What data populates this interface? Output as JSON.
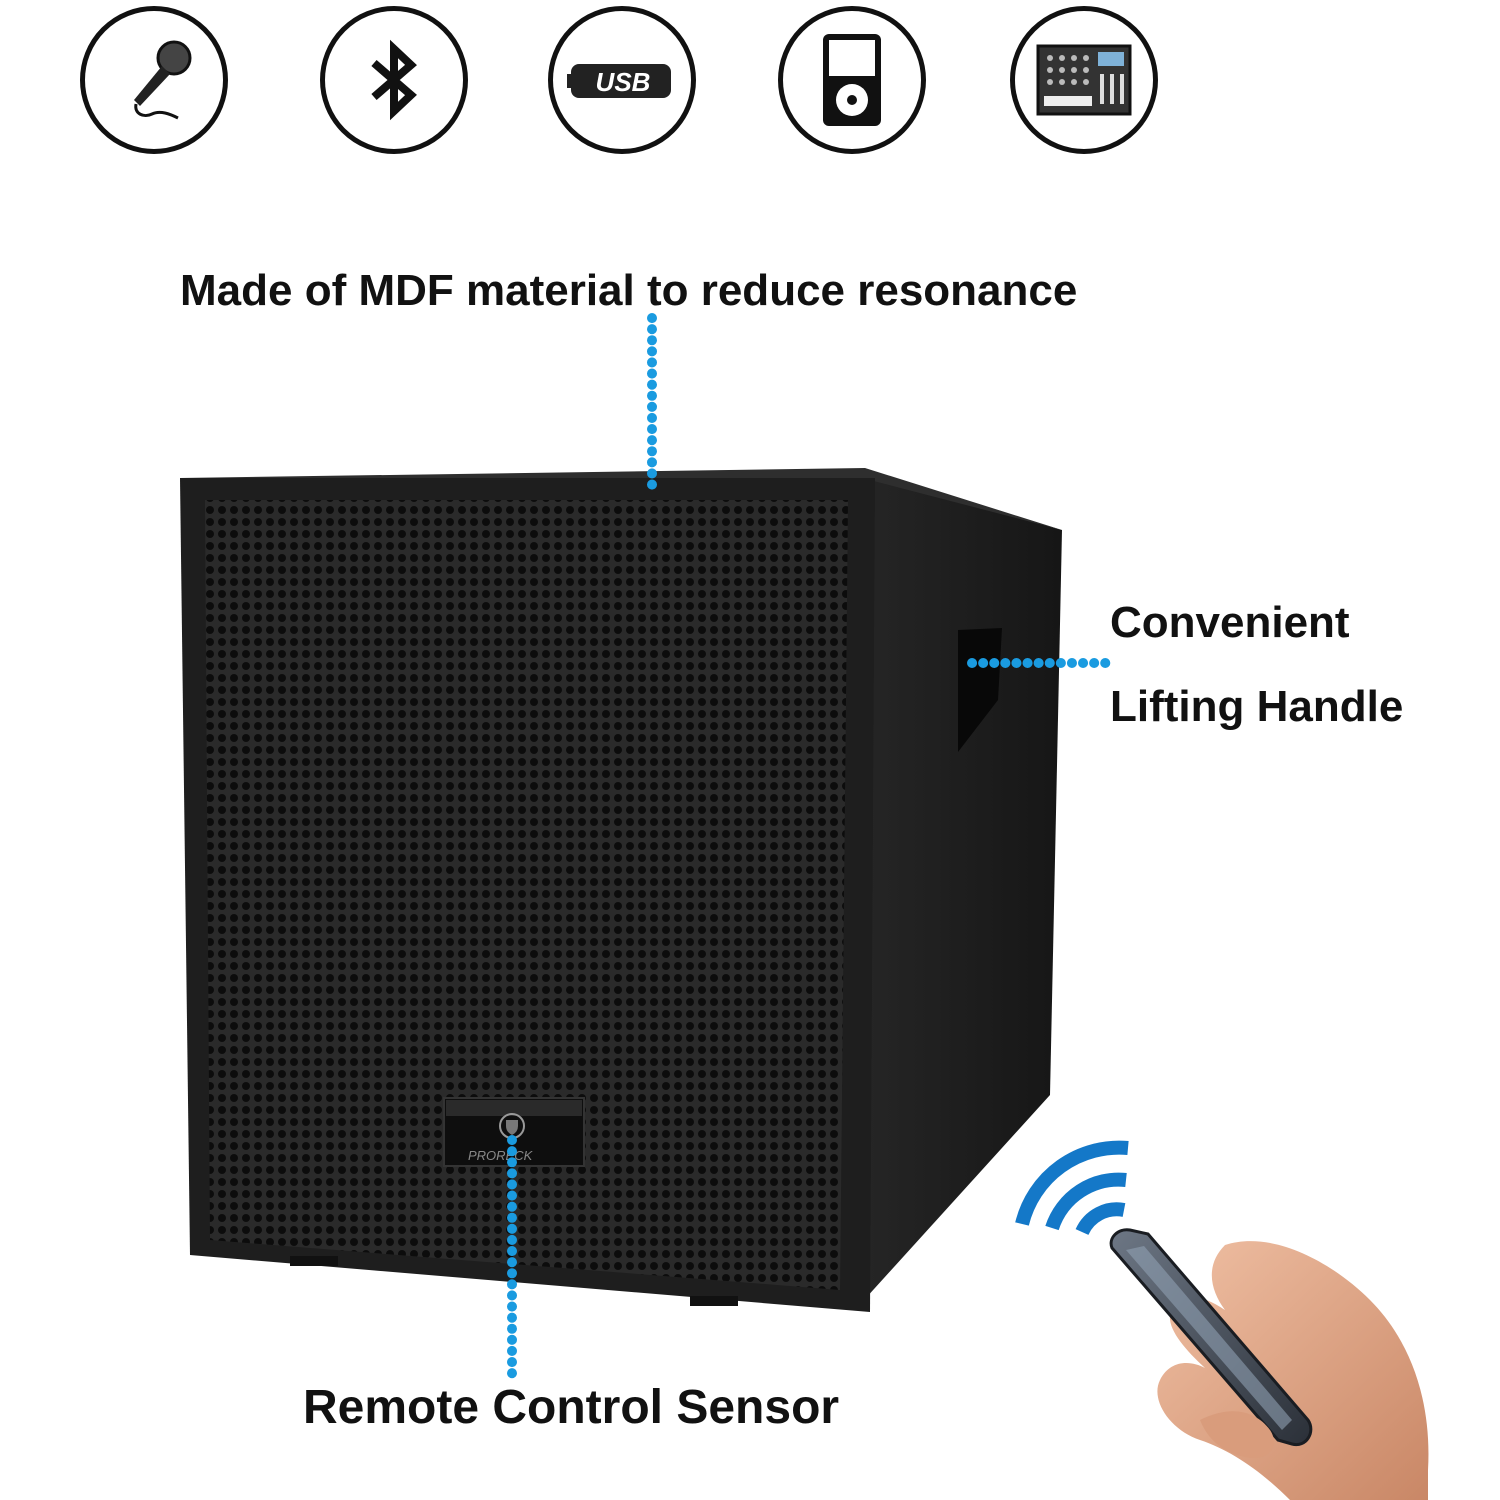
{
  "icons": [
    {
      "name": "microphone-icon",
      "label": ""
    },
    {
      "name": "bluetooth-icon",
      "label": ""
    },
    {
      "name": "usb-icon",
      "label": "USB"
    },
    {
      "name": "ipod-icon",
      "label": ""
    },
    {
      "name": "mixer-icon",
      "label": ""
    }
  ],
  "callouts": {
    "top": "Made of MDF material to reduce resonance",
    "handle_line1": "Convenient",
    "handle_line2": "Lifting Handle",
    "remote": "Remote Control Sensor"
  },
  "speaker": {
    "badge_text": "PRORECK"
  },
  "colors": {
    "callout_line": "#1a9be0",
    "signal": "#1478c8",
    "cabinet": "#1b1b1b"
  }
}
